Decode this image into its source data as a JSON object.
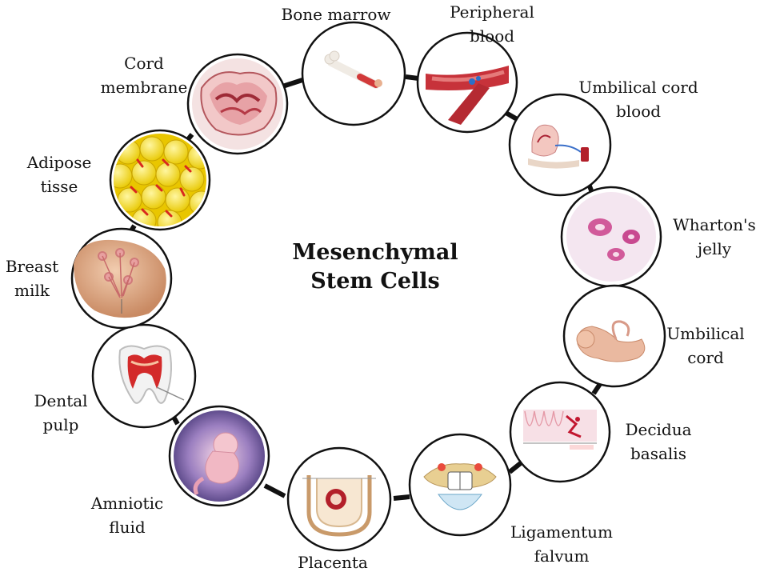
{
  "title": {
    "line1": "Mesenchymal",
    "line2": "Stem Cells"
  },
  "sources": [
    {
      "id": "bone-marrow",
      "lines": [
        "Bone marrow"
      ],
      "icon": "bone-icon"
    },
    {
      "id": "peripheral-blood",
      "lines": [
        "Peripheral",
        "blood"
      ],
      "icon": "blood-vessel-icon"
    },
    {
      "id": "umbilical-cord-blood",
      "lines": [
        "Umbilical cord",
        "blood"
      ],
      "icon": "cord-blood-collection-icon"
    },
    {
      "id": "whartons-jelly",
      "lines": [
        "Wharton's",
        "jelly"
      ],
      "icon": "tissue-section-icon"
    },
    {
      "id": "umbilical-cord",
      "lines": [
        "Umbilical",
        "cord"
      ],
      "icon": "fetus-cord-icon"
    },
    {
      "id": "decidua-basalis",
      "lines": [
        "Decidua",
        "basalis"
      ],
      "icon": "endometrium-chart-icon"
    },
    {
      "id": "ligamentum-falvum",
      "lines": [
        "Ligamentum",
        "falvum"
      ],
      "icon": "spine-cross-section-icon"
    },
    {
      "id": "placenta",
      "lines": [
        "Placenta"
      ],
      "icon": "placenta-icon"
    },
    {
      "id": "amniotic-fluid",
      "lines": [
        "Amniotic",
        "fluid"
      ],
      "icon": "fetus-amniotic-icon"
    },
    {
      "id": "dental-pulp",
      "lines": [
        "Dental",
        "pulp"
      ],
      "icon": "tooth-icon"
    },
    {
      "id": "breast-milk",
      "lines": [
        "Breast",
        "milk"
      ],
      "icon": "breast-gland-icon"
    },
    {
      "id": "adipose-tisse",
      "lines": [
        "Adipose",
        "tisse"
      ],
      "icon": "fat-cells-icon"
    },
    {
      "id": "cord-membrane",
      "lines": [
        "Cord",
        "membrane"
      ],
      "icon": "cord-membrane-icon"
    }
  ]
}
